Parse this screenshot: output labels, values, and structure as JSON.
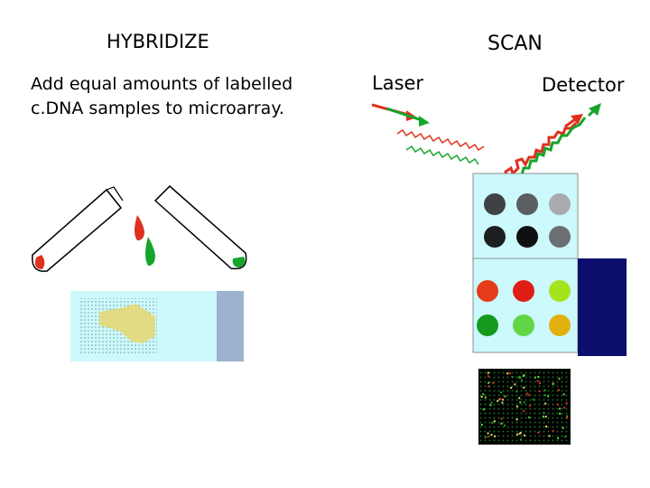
{
  "hybridize": {
    "title": "HYBRIDIZE",
    "description": "Add equal amounts of labelled c.DNA samples to microarray."
  },
  "scan": {
    "title": "SCAN",
    "laser_label": "Laser",
    "detector_label": "Detector"
  },
  "colors": {
    "red": "#e0301e",
    "green": "#15a52a",
    "slide": "#ccf9fb",
    "slide_label": "#9cb3cf",
    "probe_yellow": "#e6d877",
    "dark_blue_block": "#0c0e6e"
  },
  "spots_top": [
    "#3f4244",
    "#5a5e61",
    "#a9abad",
    "#1c1e20",
    "#0f1011",
    "#6b6f72"
  ],
  "spots_bottom": [
    "#e63b19",
    "#e01d14",
    "#a6e31f",
    "#159a1e",
    "#62d646",
    "#e2b10f"
  ]
}
